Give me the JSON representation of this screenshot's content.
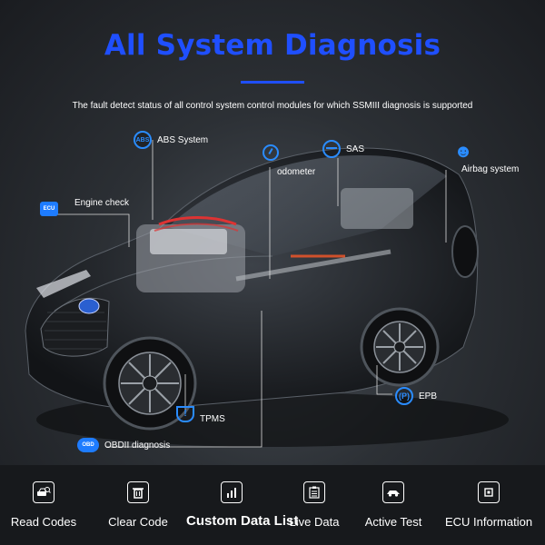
{
  "header": {
    "title": "All System Diagnosis",
    "subtitle": "The fault detect status of all control system control modules for which SSMIII diagnosis is supported"
  },
  "callouts": {
    "abs": "ABS System",
    "odometer": "odometer",
    "sas": "SAS",
    "airbag": "Airbag system",
    "engine": "Engine check",
    "epb": "EPB",
    "tpms": "TPMS",
    "obdii": "OBDII diagnosis"
  },
  "icon_text": {
    "abs": "ABS",
    "ecu": "ECU",
    "obd": "OBD"
  },
  "functions": [
    {
      "label": "Read Codes",
      "icon": "read-codes-icon"
    },
    {
      "label": "Clear Code",
      "icon": "trash-icon"
    },
    {
      "label": "Custom Data List",
      "icon": "bar-chart-icon"
    },
    {
      "label": "Live Data",
      "icon": "clipboard-icon"
    },
    {
      "label": "Active Test",
      "icon": "active-test-icon"
    },
    {
      "label": "ECU Information",
      "icon": "chip-icon"
    }
  ],
  "colors": {
    "accent": "#1f4fff",
    "icon_blue": "#2a8cff",
    "background": "#2c3035"
  }
}
